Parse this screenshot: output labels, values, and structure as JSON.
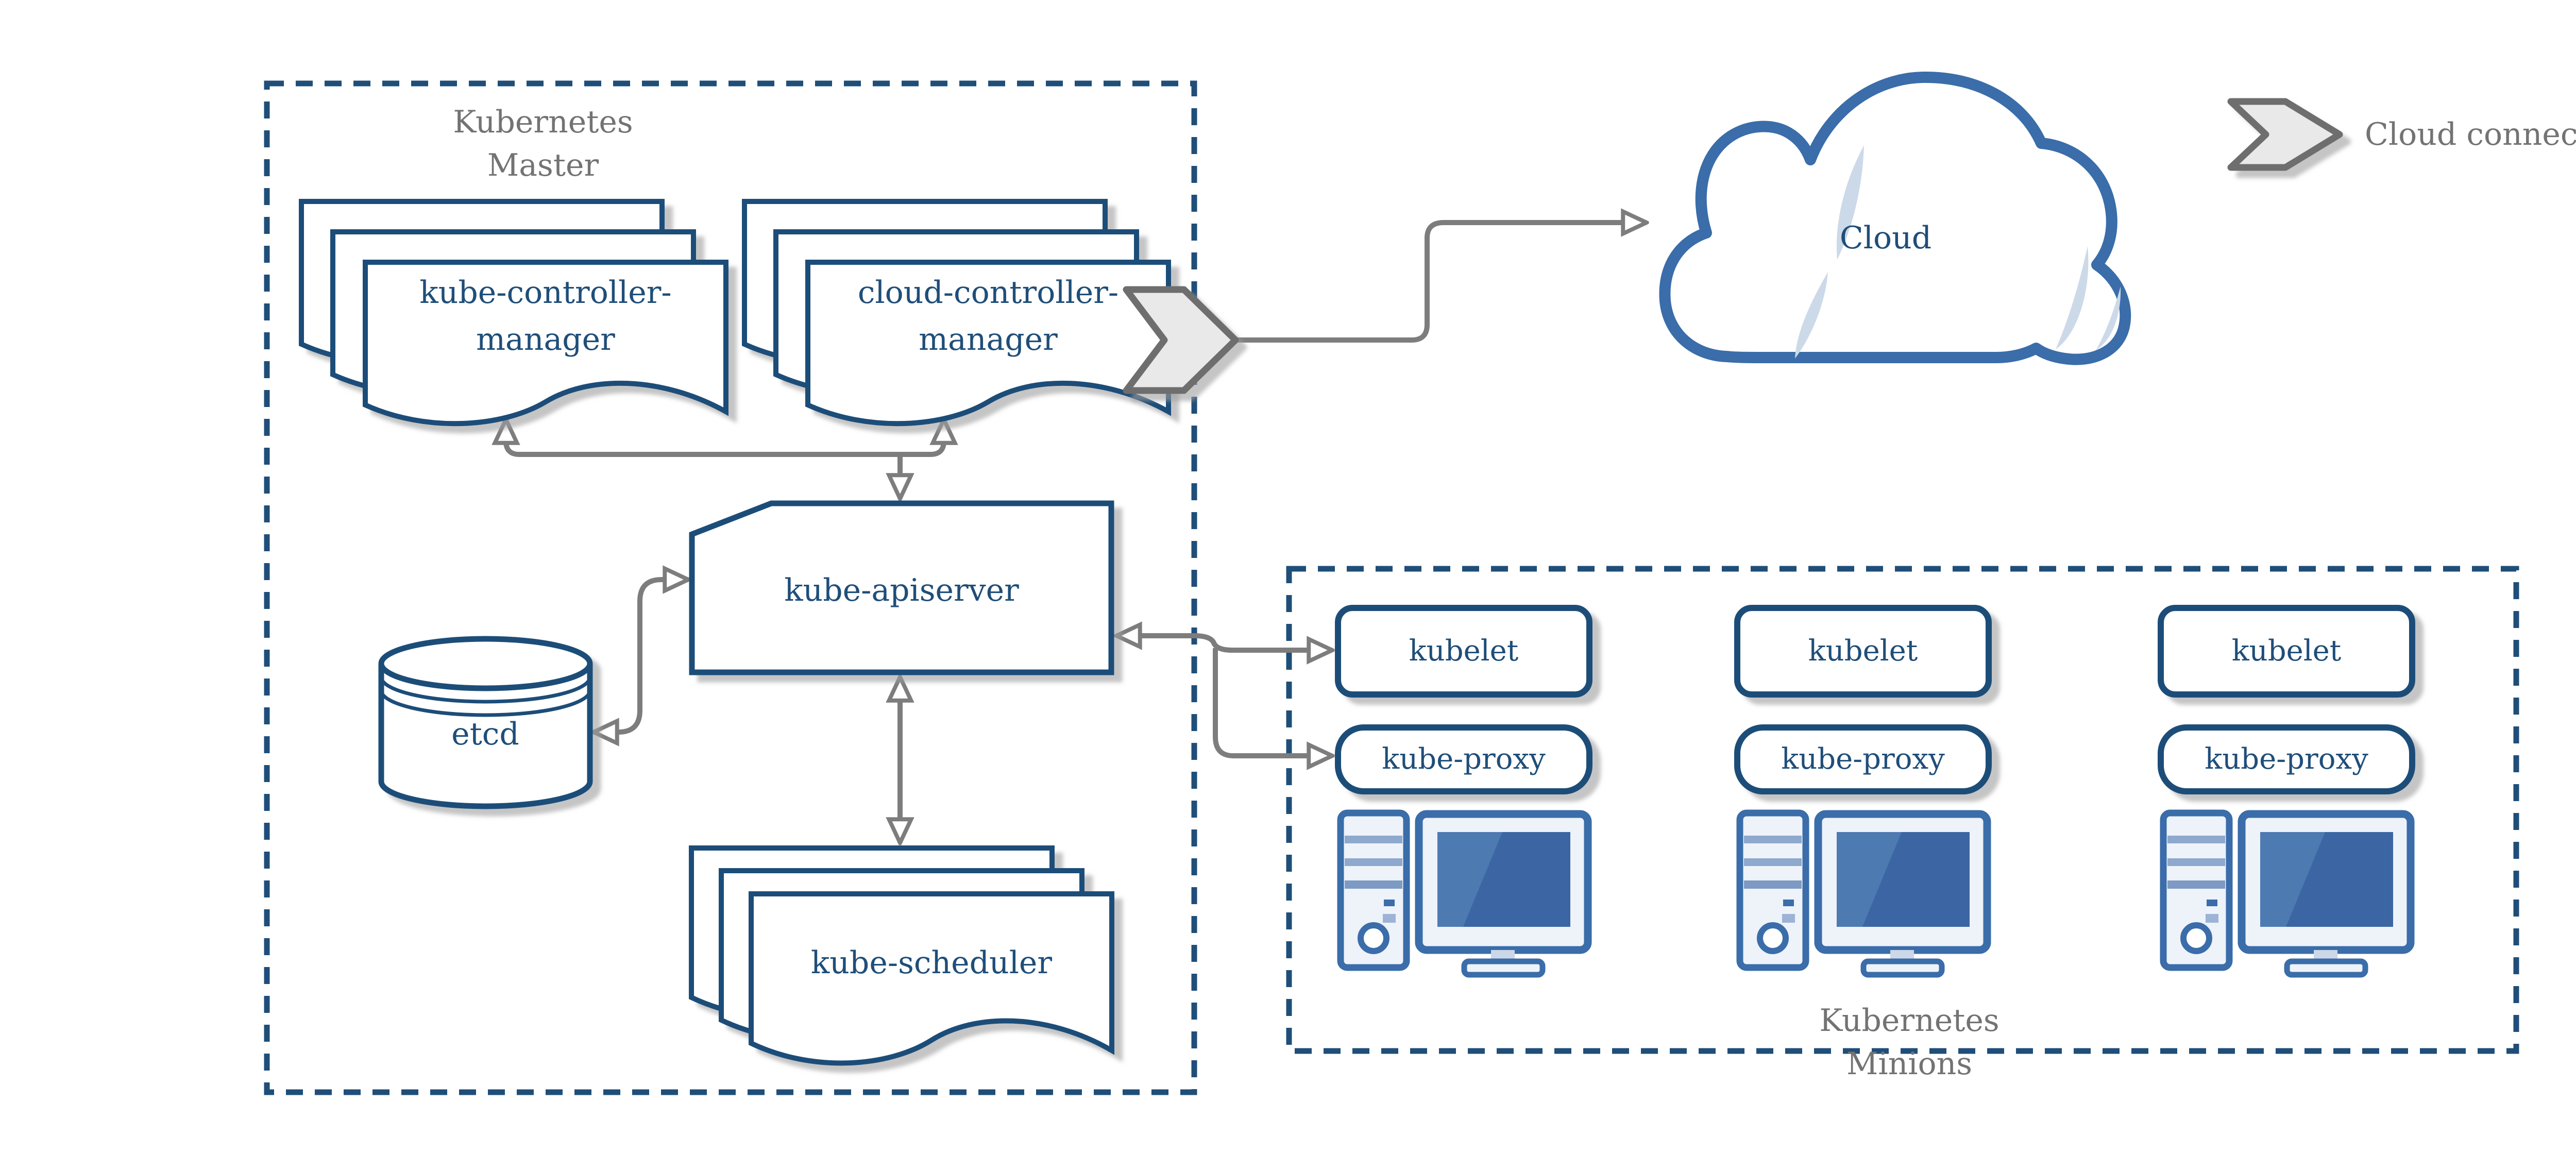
{
  "colors": {
    "navy": "#1f4e79",
    "icon_blue": "#3a6da9",
    "screen_blue": "#3b66a3",
    "screen_highlight": "#4e7ab2",
    "light_blue_fill": "#ccd9e8",
    "panel_fill": "#eef2f9",
    "stripe_blue": "#8ea9cd",
    "arrow_gray": "#7d7d7d",
    "label_gray": "#737373",
    "chevron_fill": "#e9e9e9",
    "chevron_border": "#6e6e6e",
    "shadow": "#9e9e9e"
  },
  "master": {
    "title_lines": [
      "Kubernetes",
      "Master"
    ]
  },
  "components": {
    "kube_controller_manager": {
      "lines": [
        "kube-controller-",
        "manager"
      ]
    },
    "cloud_controller_manager": {
      "lines": [
        "cloud-controller-",
        "manager"
      ]
    },
    "kube_apiserver": {
      "label": "kube-apiserver"
    },
    "etcd": {
      "label": "etcd"
    },
    "kube_scheduler": {
      "label": "kube-scheduler"
    }
  },
  "cloud": {
    "label": "Cloud"
  },
  "legend": {
    "label": "Cloud connector"
  },
  "minions": {
    "title_lines": [
      "Kubernetes",
      "Minions"
    ],
    "nodes": [
      {
        "kubelet": "kubelet",
        "kube_proxy": "kube-proxy"
      },
      {
        "kubelet": "kubelet",
        "kube_proxy": "kube-proxy"
      },
      {
        "kubelet": "kubelet",
        "kube_proxy": "kube-proxy"
      }
    ]
  }
}
